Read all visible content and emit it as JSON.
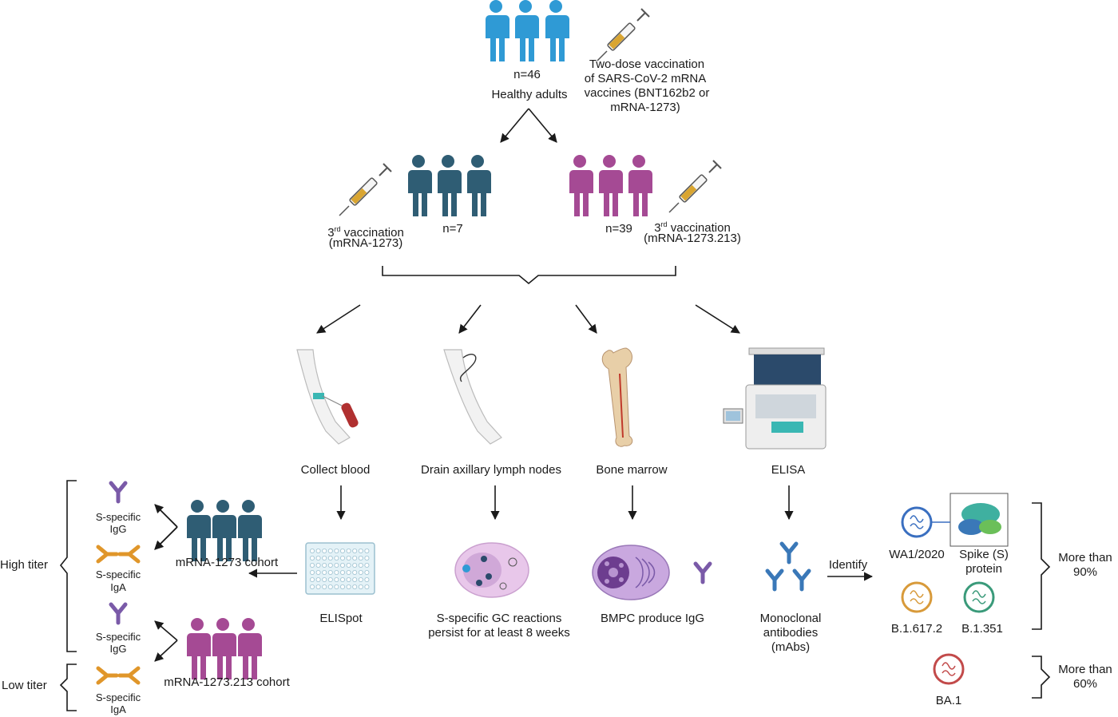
{
  "top": {
    "n_total": "n=46",
    "population": "Healthy adults",
    "primary_vaccination": [
      "Two-dose vaccination",
      "of SARS-CoV-2 mRNA",
      "vaccines (BNT162b2 or",
      "mRNA-1273)"
    ]
  },
  "groups": {
    "left": {
      "n": "n=7",
      "vaccination_prefix": "3",
      "vaccination_super": "rd",
      "vaccination_label": " vaccination",
      "vaccine": "(mRNA-1273)",
      "color": "#2f5d74"
    },
    "right": {
      "n": "n=39",
      "vaccination_prefix": "3",
      "vaccination_super": "rd",
      "vaccination_label": " vaccination",
      "vaccine": "(mRNA-1273.213)",
      "color": "#a54a94"
    }
  },
  "samples": [
    "Collect blood",
    "Drain axillary lymph nodes",
    "Bone marrow",
    "ELISA"
  ],
  "results": {
    "elispot": "ELISpot",
    "gc": [
      "S-specific GC reactions",
      "persist for at least 8 weeks"
    ],
    "bmpc": "BMPC produce IgG",
    "mabs": [
      "Monoclonal",
      "antibodies",
      "(mAbs)"
    ],
    "identify": "Identify"
  },
  "cohorts": {
    "high_titer": "High titer",
    "low_titer": "Low titer",
    "mrna1273": "mRNA-1273 cohort",
    "mrna1273_213": "mRNA-1273.213 cohort",
    "igg_line1": "S-specific",
    "igg_line2": "IgG",
    "iga_line1": "S-specific",
    "iga_line2": "IgA"
  },
  "variants": {
    "wa1": "WA1/2020",
    "spike": [
      "Spike (S)",
      "protein"
    ],
    "b1617": "B.1.617.2",
    "b1351": "B.1.351",
    "ba1": "BA.1",
    "more90": [
      "More than",
      "90%"
    ],
    "more60": [
      "More than",
      "60%"
    ]
  },
  "colors": {
    "top_people": "#2f9ad5",
    "cohort_blue": "#2f5d74",
    "cohort_purple": "#a54a94",
    "antibody_purple": "#7a5aa8",
    "antibody_orange": "#e0962a",
    "antibody_blue": "#3a78b8",
    "wa1_virus": "#3a6fc0",
    "b1617_virus": "#d89a3a",
    "b1351_virus": "#3a9a7a",
    "ba1_virus": "#c24a4a"
  }
}
